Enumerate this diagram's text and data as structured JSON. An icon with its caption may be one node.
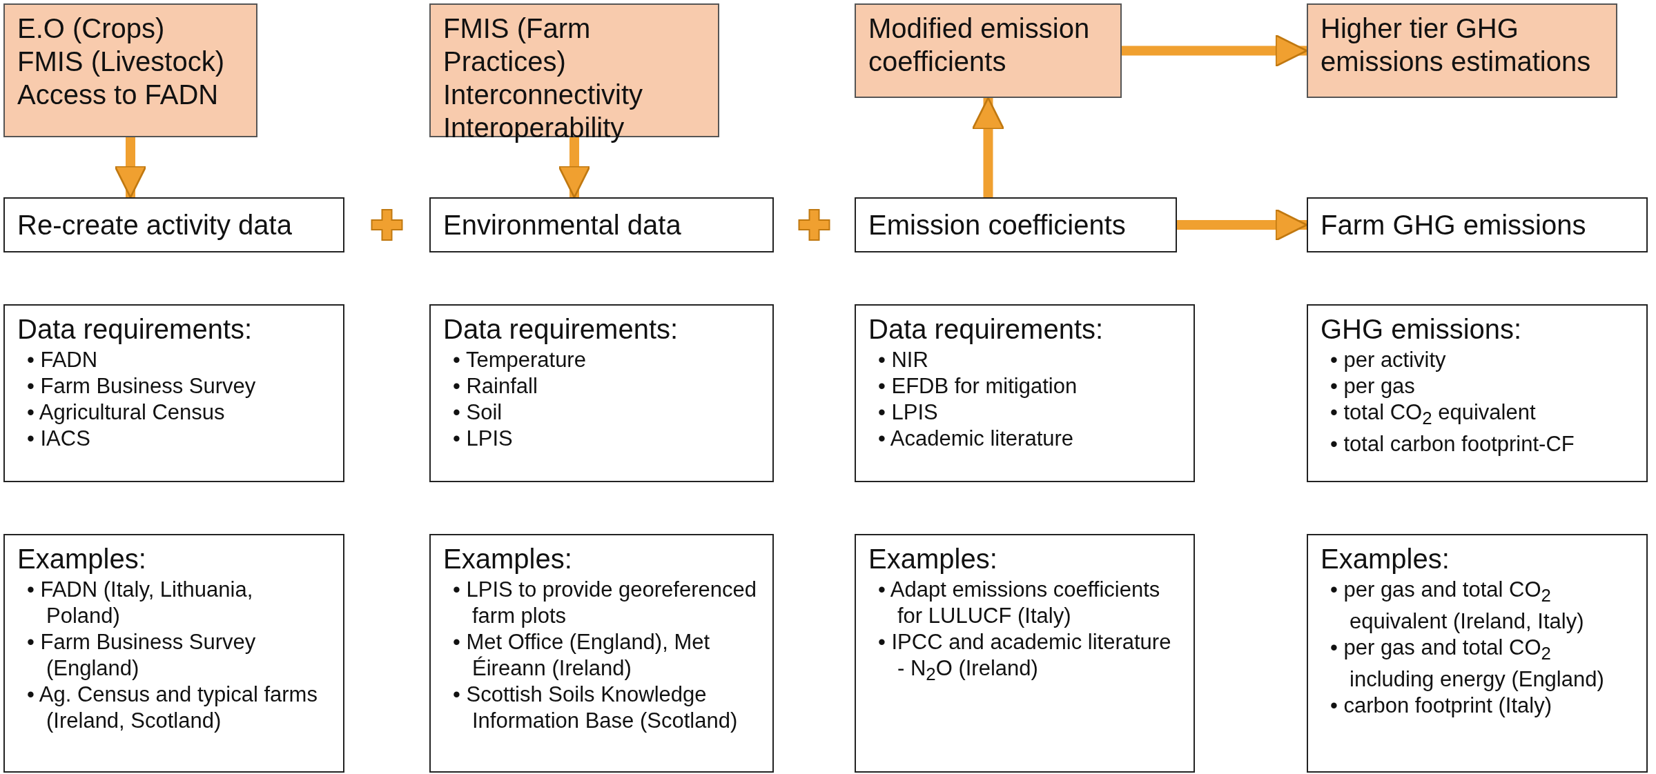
{
  "diagram": {
    "nodes": [
      {
        "text": [
          "E.O (Crops)",
          "FMIS (Livestock)",
          "Access to FADN"
        ]
      },
      {
        "text": [
          "FMIS (Farm Practices)",
          "Interconnectivity",
          "Interoperability"
        ]
      },
      {
        "text": [
          "Modified emission coefficients"
        ]
      },
      {
        "text": [
          "Higher tier GHG emissions estimations"
        ]
      },
      {
        "text": [
          "Re-create activity data"
        ]
      },
      {
        "text": [
          "Environmental data"
        ]
      },
      {
        "text": [
          "Emission coefficients"
        ]
      },
      {
        "text": [
          "Farm GHG emissions"
        ]
      },
      {
        "text": [
          "Data requirements:",
          "• FADN",
          "• Farm Business Survey",
          "• Agricultural Census",
          "• IACS"
        ]
      },
      {
        "text": [
          "Data requirements:",
          "• Temperature",
          "• Rainfall",
          "• Soil",
          "• LPIS"
        ]
      },
      {
        "text": [
          "Data requirements:",
          "• NIR",
          "• EFDB for mitigation",
          "• LPIS",
          "• Academic literature"
        ]
      },
      {
        "text": [
          "GHG emissions:",
          "• per activity",
          "• per gas",
          "• total CO$_{2}$ equivalent",
          "• total carbon footprint-CF"
        ]
      },
      {
        "text": [
          "Examples:",
          "• FADN (Italy, Lithuania, Poland)",
          "• Farm Business Survey (England)",
          "• Ag. Census and typical farms (Ireland, Scotland)"
        ]
      },
      {
        "text": [
          "Examples:",
          "• LPIS to provide georeferenced farm plots",
          "• Met Office (England), Met Éireann (Ireland)",
          "• Scottish Soils Knowledge Information Base (Scotland)"
        ]
      },
      {
        "text": [
          "Examples:",
          "• Adapt emissions coefficients for LULUCF (Italy)",
          "• IPCC and academic literature - N$_{2}$O (Ireland)"
        ]
      },
      {
        "text": [
          "Examples:",
          "• per gas and total CO$_{2}$ equivalent (Ireland, Italy)",
          "• per gas and total CO$_{2}$ including energy (England)",
          "• carbon footprint (Italy)"
        ]
      }
    ],
    "edges": [
      {
        "from": 0,
        "to": 4,
        "arrow": "to"
      },
      {
        "from": 1,
        "to": 5,
        "arrow": "to"
      },
      {
        "from": 6,
        "to": 2,
        "arrow": "to"
      },
      {
        "from": 2,
        "to": 3,
        "arrow": "to"
      },
      {
        "from": 6,
        "to": 7,
        "arrow": "to"
      }
    ]
  }
}
